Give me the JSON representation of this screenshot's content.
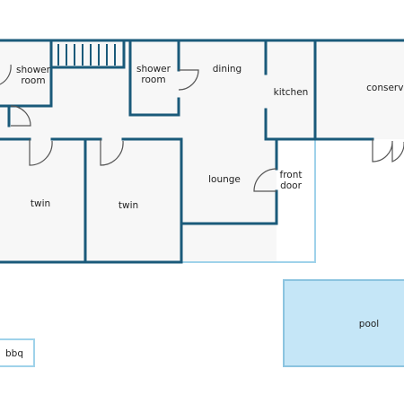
{
  "rooms": {
    "shower_room_left": {
      "line1": "shower",
      "line2": "room"
    },
    "shower_room_mid": {
      "line1": "shower",
      "line2": "room"
    },
    "dining": "dining",
    "kitchen": "kitchen",
    "conservatory": "conserva",
    "twin_left": "twin",
    "twin_mid": "twin",
    "lounge": "lounge",
    "front_door": {
      "line1": "front",
      "line2": "door"
    },
    "pool": "pool",
    "bbq": "bbq"
  },
  "colors": {
    "wall": "#1a5a7a",
    "outline_light": "#9fd2ea",
    "pool": "#c5e6f7",
    "floor": "#f7f7f7"
  }
}
